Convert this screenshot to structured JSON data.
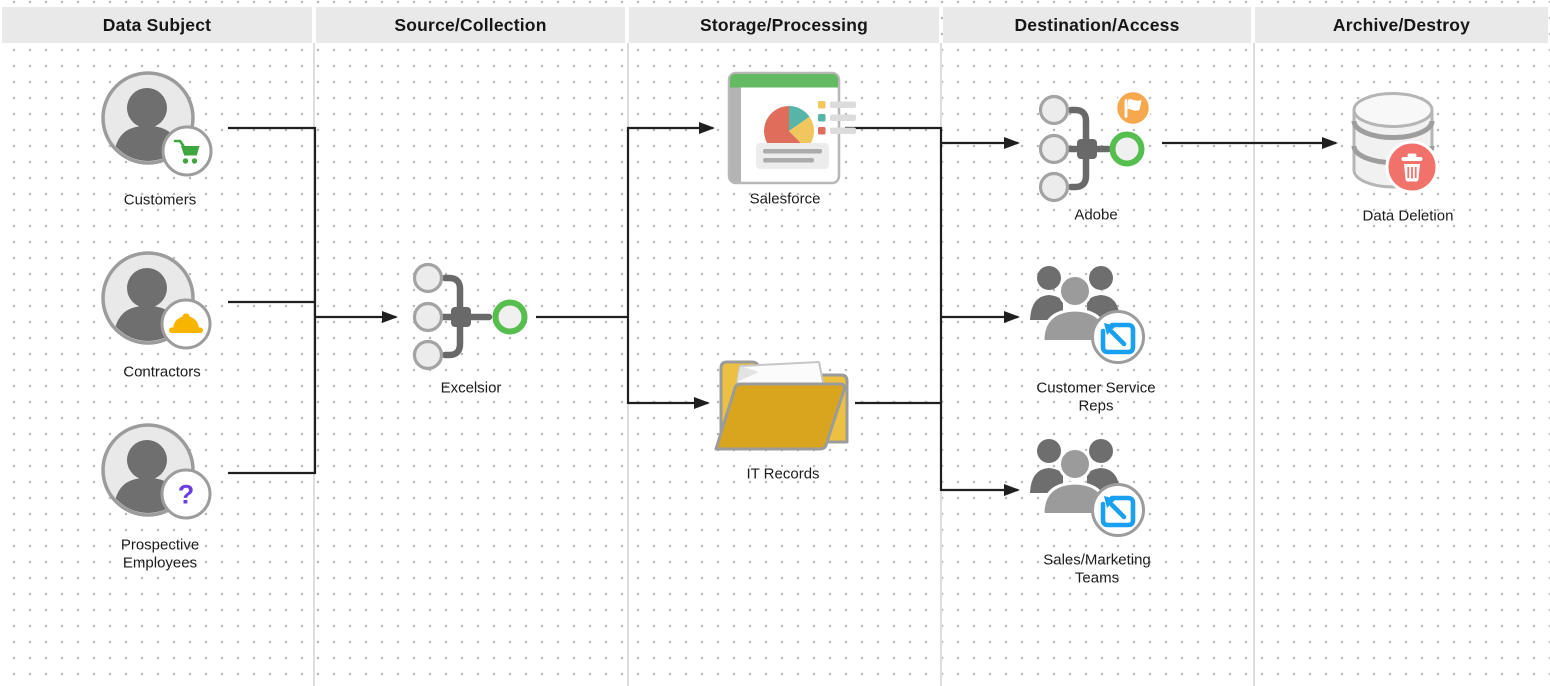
{
  "columns": [
    {
      "label": "Data Subject"
    },
    {
      "label": "Source/Collection"
    },
    {
      "label": "Storage/Processing"
    },
    {
      "label": "Destination/Access"
    },
    {
      "label": "Archive/Destroy"
    }
  ],
  "nodes": {
    "customers": {
      "label": "Customers",
      "icon": "person-avatar",
      "badge": "shopping-cart-badge"
    },
    "contractors": {
      "label": "Contractors",
      "icon": "person-avatar",
      "badge": "hard-hat-badge"
    },
    "prospective_employees": {
      "label": "Prospective\nEmployees",
      "icon": "person-avatar",
      "badge": "question-mark-badge",
      "badge_glyph": "?"
    },
    "excelsior": {
      "label": "Excelsior",
      "icon": "data-merge"
    },
    "salesforce": {
      "label": "Salesforce",
      "icon": "dashboard-report"
    },
    "it_records": {
      "label": "IT Records",
      "icon": "open-folder"
    },
    "adobe": {
      "label": "Adobe",
      "icon": "data-merge",
      "badge": "flag-badge"
    },
    "customer_service_reps": {
      "label": "Customer Service\nReps",
      "icon": "people-group",
      "badge": "access-arrow-badge"
    },
    "sales_marketing_teams": {
      "label": "Sales/Marketing\nTeams",
      "icon": "people-group",
      "badge": "access-arrow-badge"
    },
    "data_deletion": {
      "label": "Data Deletion",
      "icon": "database-cylinder",
      "badge": "trash-badge"
    }
  },
  "edges": [
    {
      "from": "Customers",
      "to": "Excelsior"
    },
    {
      "from": "Contractors",
      "to": "Excelsior"
    },
    {
      "from": "Prospective Employees",
      "to": "Excelsior"
    },
    {
      "from": "Excelsior",
      "to": "Salesforce"
    },
    {
      "from": "Excelsior",
      "to": "IT Records"
    },
    {
      "from": "Salesforce",
      "to": "Adobe"
    },
    {
      "from": "IT Records",
      "to": "Customer Service Reps"
    },
    {
      "from": "IT Records",
      "to": "Sales/Marketing Teams"
    },
    {
      "from": "Adobe",
      "to": "Data Deletion"
    }
  ],
  "colors": {
    "header_bg": "#e9e9e9",
    "grid_dot": "#b9b9b9",
    "connector": "#1f1f1f",
    "cart_green": "#3FA63F",
    "ring_green": "#56BE4E",
    "salesforce_bar_green": "#64BA62",
    "hat_yellow": "#F7B500",
    "question_purple": "#6C3FE0",
    "folder_front_yellow": "#D9A51E",
    "folder_back_yellow": "#ECC043",
    "pie_red": "#DF6D5B",
    "pie_teal": "#56B5A6",
    "pie_yellow": "#EFC75E",
    "flag_orange": "#F6A84E",
    "delete_red": "#F0726A",
    "access_blue": "#19A0F0",
    "silhouette_gray": "#6f6f6f"
  }
}
